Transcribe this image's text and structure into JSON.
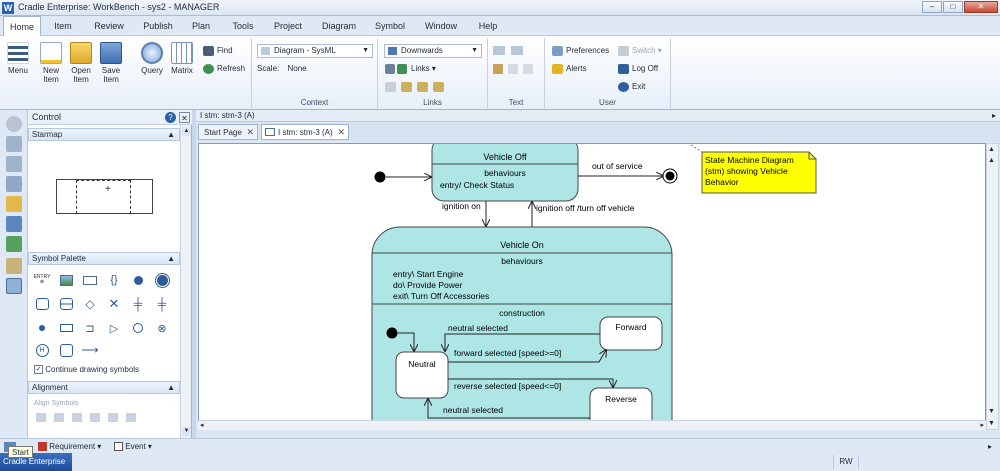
{
  "window": {
    "title": "Cradle Enterprise: WorkBench - sys2 - MANAGER",
    "app_icon_letter": "W",
    "controls": [
      "–",
      "□",
      "✕"
    ]
  },
  "menu_tabs": [
    "Home",
    "Item",
    "Review",
    "Publish",
    "Plan",
    "Tools",
    "Project",
    "Diagram",
    "Symbol",
    "Window",
    "Help"
  ],
  "ribbon": {
    "big_buttons": [
      {
        "label": "Menu",
        "icon": "menu-icon"
      },
      {
        "label": "New Item",
        "icon": "new-item-icon"
      },
      {
        "label": "Open Item",
        "icon": "open-item-icon"
      },
      {
        "label": "Save Item",
        "icon": "save-item-icon"
      },
      {
        "label": "Query",
        "icon": "query-icon"
      },
      {
        "label": "Matrix",
        "icon": "matrix-icon"
      }
    ],
    "find_label": "Find",
    "refresh_label": "Refresh",
    "context": {
      "diagram_type": "Diagram - SysML",
      "scale_label": "Scale:",
      "scale_value": "None",
      "group_label": "Context"
    },
    "links": {
      "direction": "Downwards",
      "links_label": "Links",
      "group_label": "Links"
    },
    "text_group_label": "Text",
    "user": {
      "preferences": "Preferences",
      "alerts": "Alerts",
      "switch": "Switch",
      "log_off": "Log Off",
      "exit": "Exit",
      "group_label": "User"
    }
  },
  "control_panel": {
    "title": "Control",
    "starmap_label": "Starmap",
    "symbol_palette_label": "Symbol Palette",
    "palette_entry_label": "ENTRY",
    "continue_drawing_label": "Continue drawing symbols",
    "continue_drawing_checked": true,
    "alignment_label": "Alignment",
    "align_symbols_label": "Align Symbols"
  },
  "editor": {
    "breadcrumb": "I stm: stm-3 (A)",
    "tabs": [
      {
        "label": "Start Page",
        "active": false
      },
      {
        "label": "I stm: stm-3 (A)",
        "active": true
      }
    ]
  },
  "diagram": {
    "note": [
      "State Machine Diagram",
      "(stm) showing Vehicle",
      "Behavior"
    ],
    "vehicle_off": {
      "name": "Vehicle Off",
      "compartment": "behaviours",
      "entry": "entry/  Check Status"
    },
    "vehicle_on": {
      "name": "Vehicle On",
      "compartment": "behaviours",
      "entry": "entry\\  Start Engine",
      "do": "do\\  Provide Power",
      "exit": "exit\\  Turn Off Accessories",
      "region": "construction"
    },
    "states": {
      "neutral": "Neutral",
      "forward": "Forward",
      "reverse": "Reverse"
    },
    "transitions": {
      "out_of_service": "out of service",
      "ignition_on": "ignition on",
      "ignition_off": "ignition off /turn off vehicle",
      "neutral_selected_top": "neutral selected",
      "forward_selected": "forward selected [speed>=0]",
      "reverse_selected": "reverse selected [speed<=0]",
      "neutral_selected_bottom": "neutral selected"
    },
    "colors": {
      "state_fill": "#aee6e6",
      "note_fill": "#ffff00",
      "neutral_fill": "#ffffff"
    }
  },
  "statusbar": {
    "requirement": "Requirement",
    "event": "Event",
    "rw": "RW",
    "start_tooltip": "Start",
    "start_button": "Cradle Enterprise"
  }
}
